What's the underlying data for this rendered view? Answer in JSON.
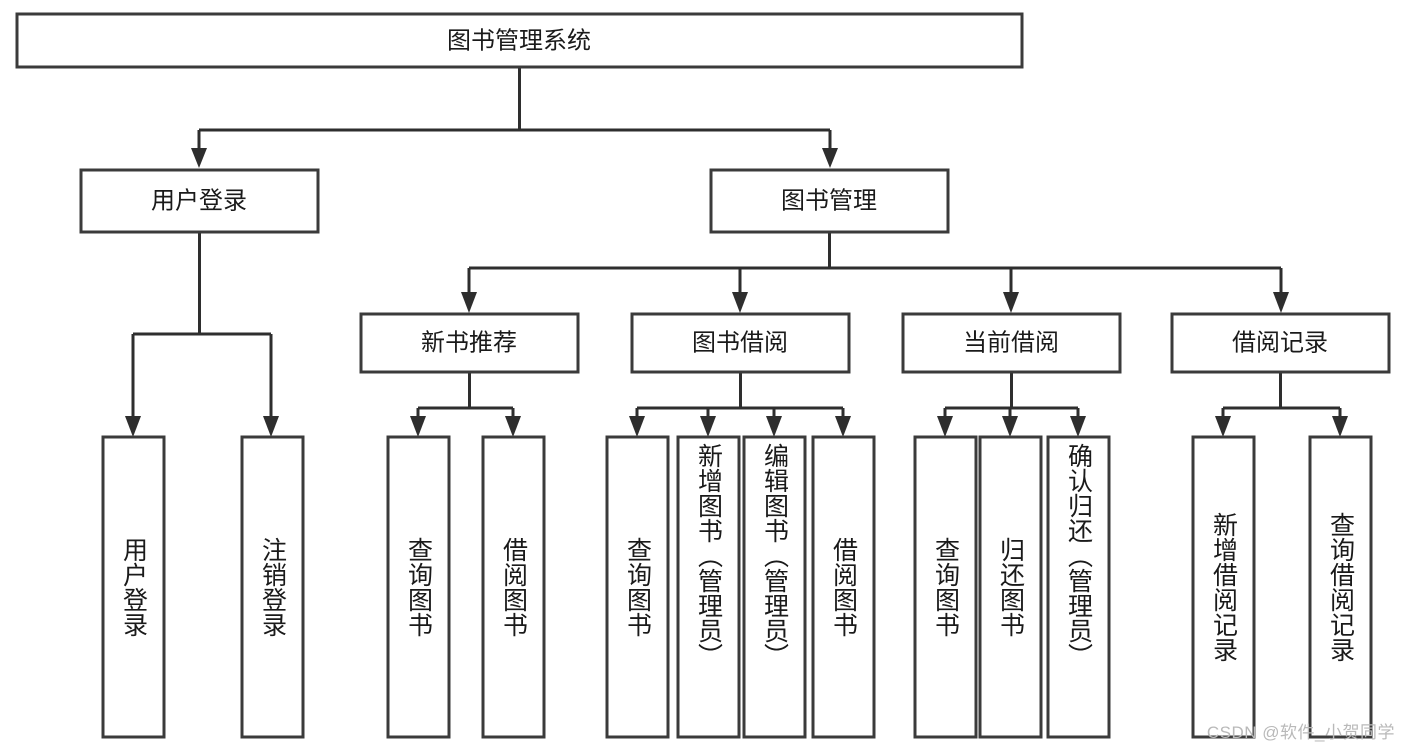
{
  "diagram": {
    "type": "tree",
    "title": "图书管理系统",
    "watermark": "CSDN @软件_小贺同学",
    "colors": {
      "background": "#ffffff",
      "box_stroke": "#3b3b3b",
      "line": "#2e2e2e",
      "text": "#1a1a1a",
      "watermark": "#b9b9b9"
    },
    "levels": {
      "root": {
        "label": "图书管理系统"
      },
      "level2": [
        {
          "label": "用户登录"
        },
        {
          "label": "图书管理"
        }
      ],
      "level3": [
        {
          "label": "新书推荐"
        },
        {
          "label": "图书借阅"
        },
        {
          "label": "当前借阅"
        },
        {
          "label": "借阅记录"
        }
      ],
      "leaves": {
        "user_login": [
          {
            "label": "用户登录"
          },
          {
            "label": "注销登录"
          }
        ],
        "new_book": [
          {
            "label": "查询图书"
          },
          {
            "label": "借阅图书"
          }
        ],
        "book_borrow": [
          {
            "label": "查询图书"
          },
          {
            "label": "新增图书（管理员）"
          },
          {
            "label": "编辑图书（管理员）"
          },
          {
            "label": "借阅图书"
          }
        ],
        "current_borrow": [
          {
            "label": "查询图书"
          },
          {
            "label": "归还图书"
          },
          {
            "label": "确认归还（管理员）"
          }
        ],
        "borrow_record": [
          {
            "label": "新增借阅记录"
          },
          {
            "label": "查询借阅记录"
          }
        ]
      }
    }
  }
}
